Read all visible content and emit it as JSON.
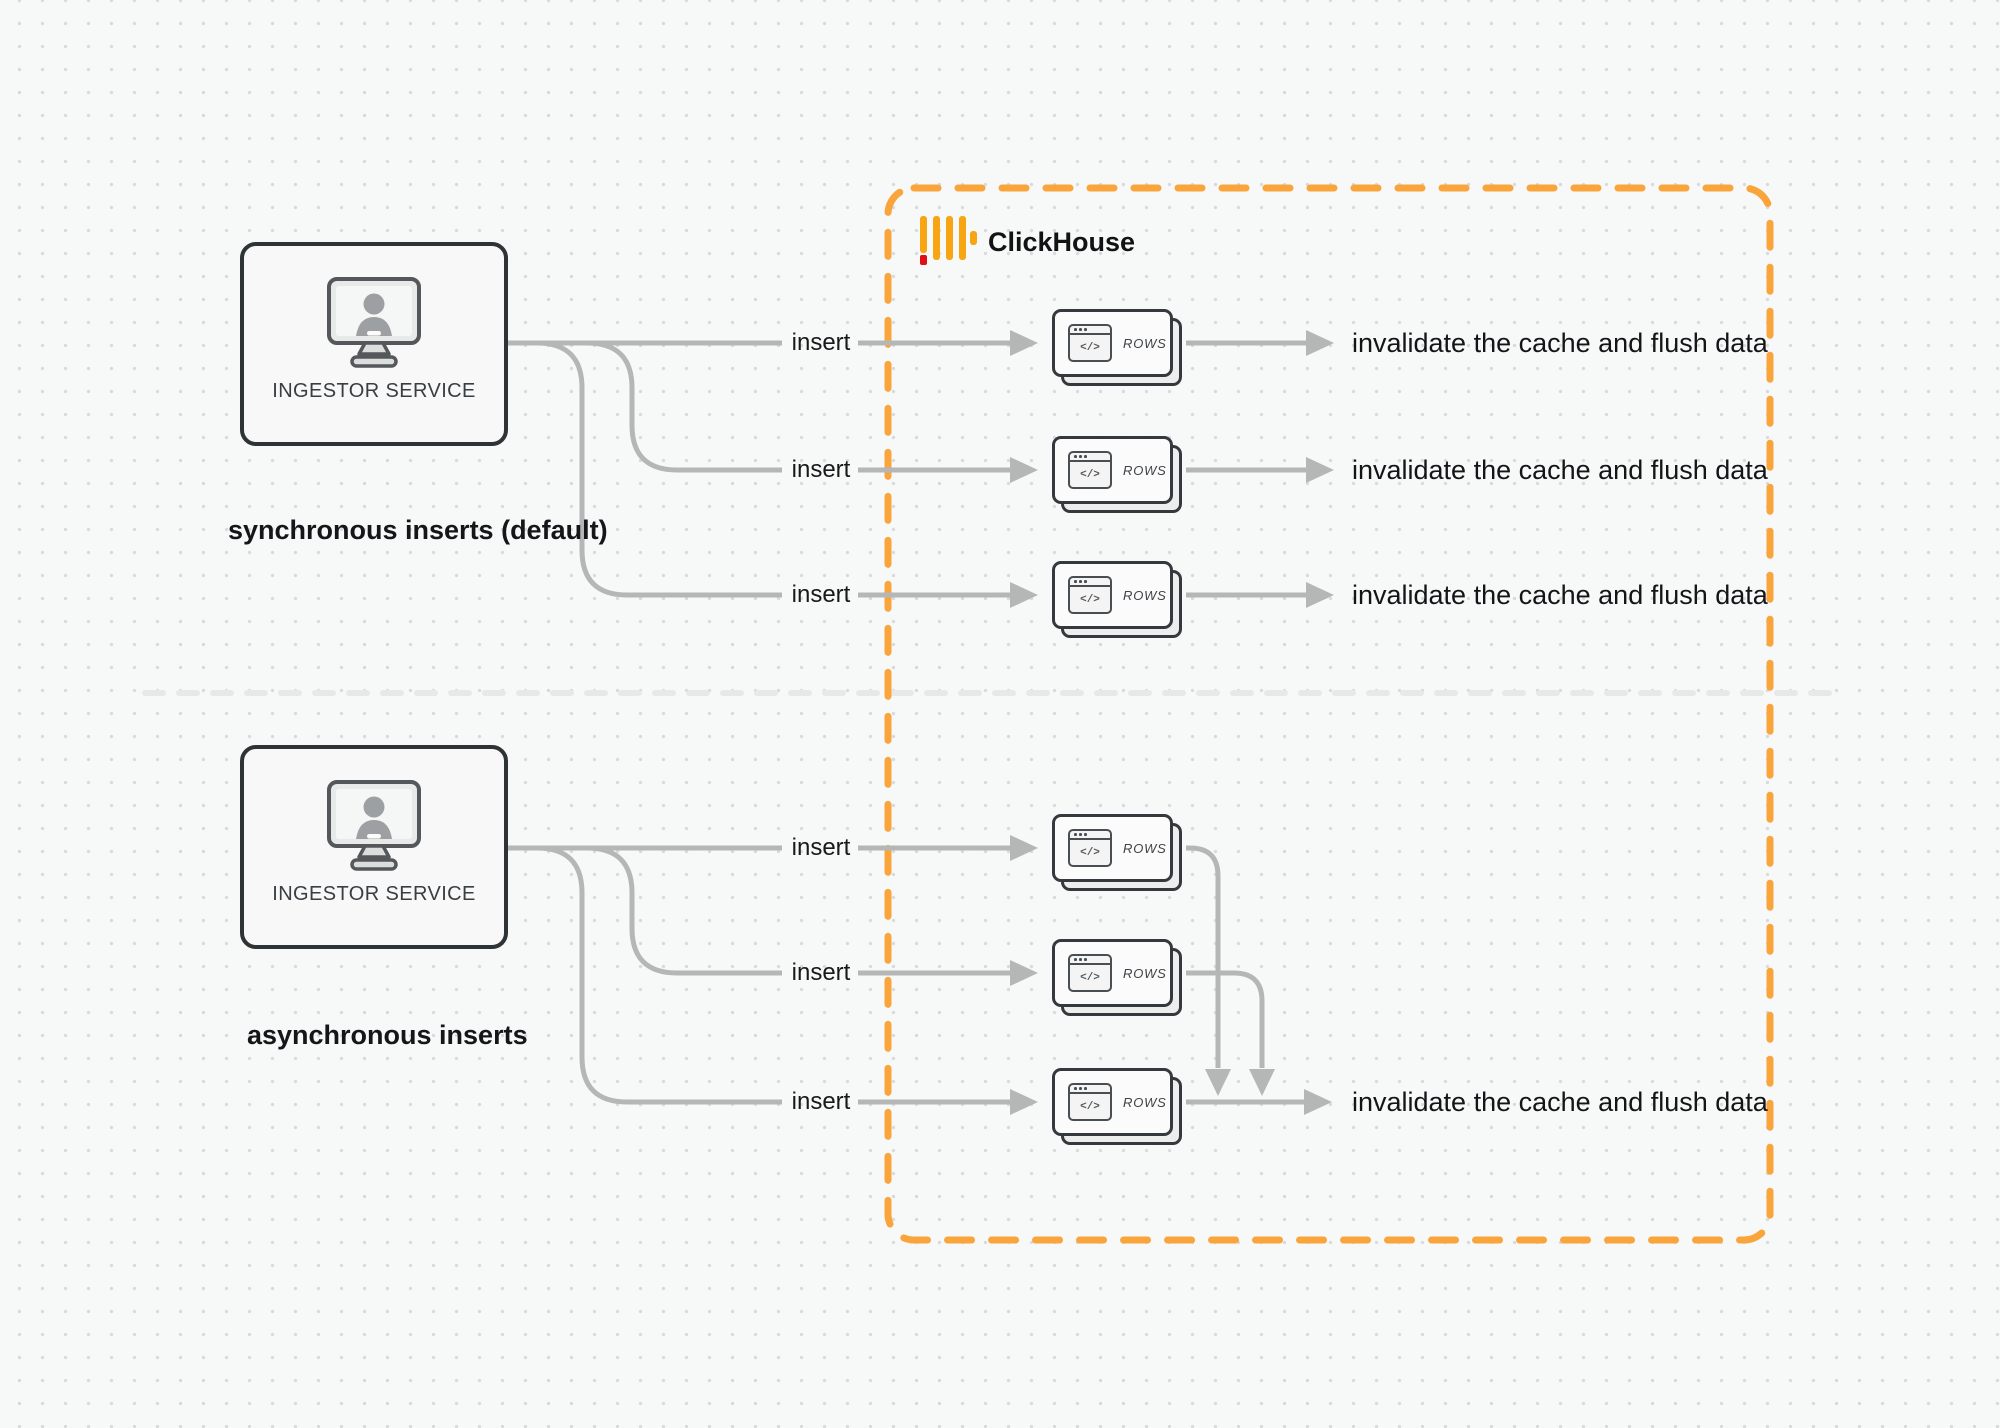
{
  "clickhouse": {
    "label": "ClickHouse",
    "accent_color": "#FAA43C",
    "logo_bar_color": "#F7A513",
    "logo_red_color": "#E10E15"
  },
  "glyphs": {
    "code": "</>"
  },
  "sync": {
    "caption": "synchronous inserts (default)",
    "source_label": "INGESTOR SERVICE",
    "flows": [
      {
        "insert": "insert",
        "card": "ROWS",
        "result": "invalidate the cache and flush data"
      },
      {
        "insert": "insert",
        "card": "ROWS",
        "result": "invalidate the cache and flush data"
      },
      {
        "insert": "insert",
        "card": "ROWS",
        "result": "invalidate the cache and flush data"
      }
    ]
  },
  "async": {
    "caption": "asynchronous inserts",
    "source_label": "INGESTOR SERVICE",
    "flows": [
      {
        "insert": "insert",
        "card": "ROWS"
      },
      {
        "insert": "insert",
        "card": "ROWS"
      },
      {
        "insert": "insert",
        "card": "ROWS"
      }
    ],
    "result": "invalidate the cache and flush data"
  }
}
